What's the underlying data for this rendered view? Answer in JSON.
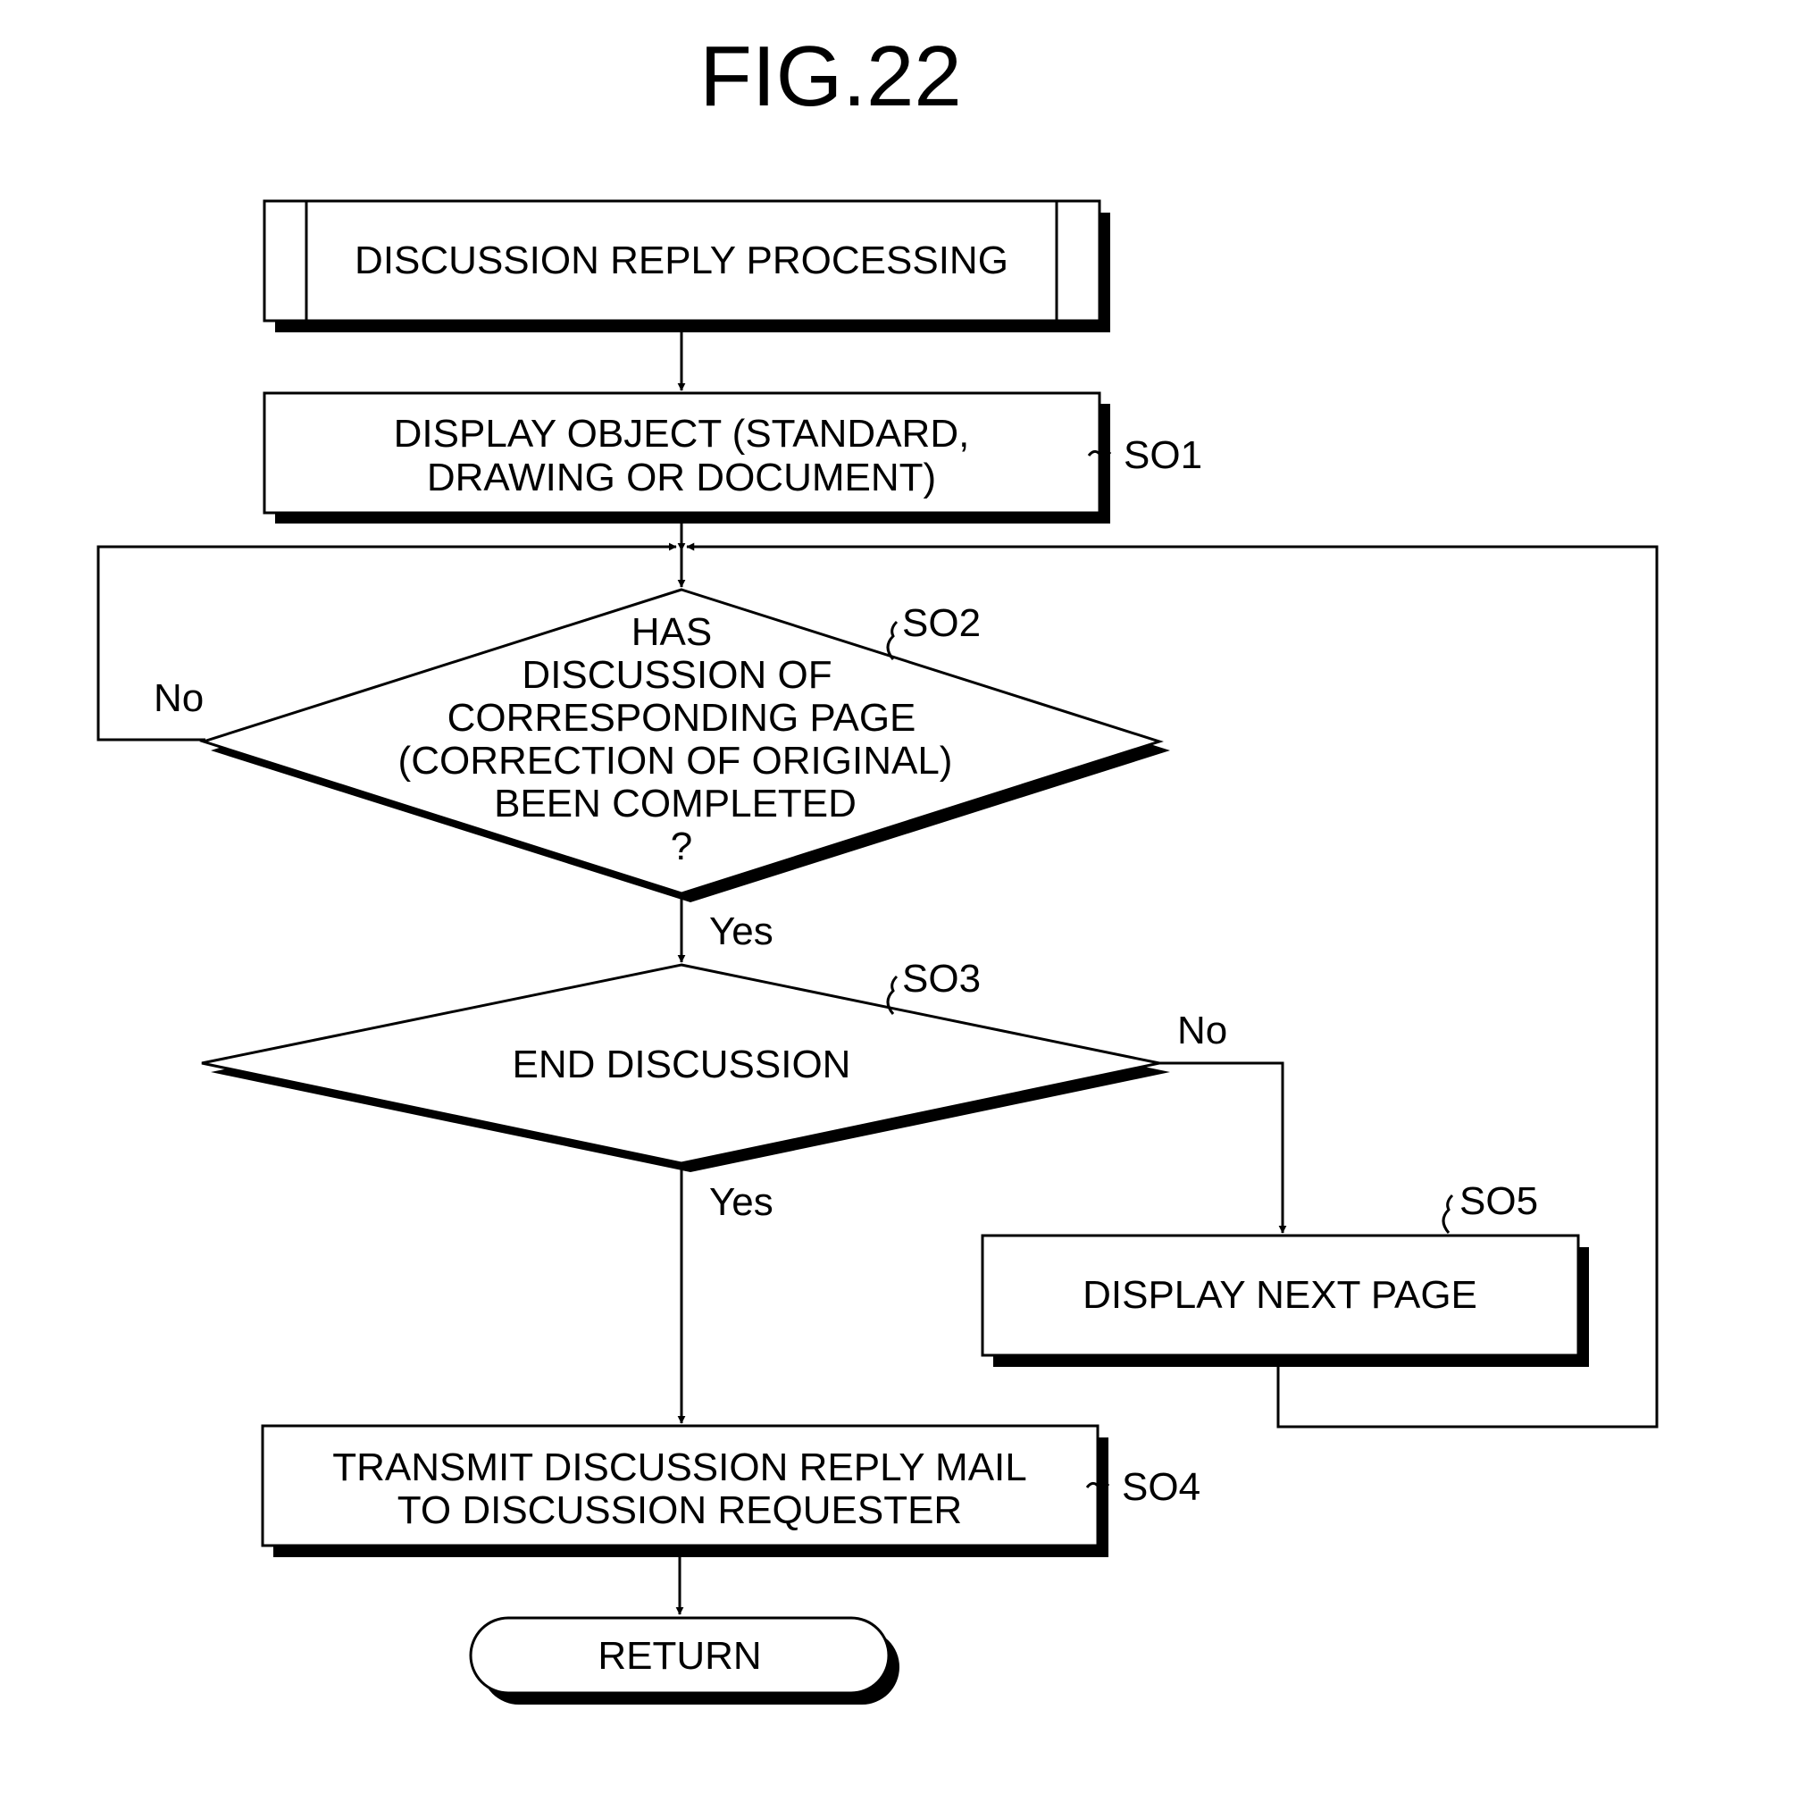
{
  "figure": {
    "title": "FIG.22"
  },
  "nodes": {
    "start": {
      "text": "DISCUSSION REPLY PROCESSING"
    },
    "s01": {
      "lines": [
        "DISPLAY OBJECT (STANDARD,",
        "DRAWING OR DOCUMENT)"
      ],
      "ref": "SO1"
    },
    "s02": {
      "lines": [
        "HAS",
        "DISCUSSION OF",
        "CORRESPONDING PAGE",
        "(CORRECTION OF ORIGINAL)",
        "BEEN COMPLETED",
        "?"
      ],
      "ref": "SO2"
    },
    "s03": {
      "text": "END DISCUSSION",
      "ref": "SO3"
    },
    "s05": {
      "text": "DISPLAY NEXT PAGE",
      "ref": "SO5"
    },
    "s04": {
      "lines": [
        "TRANSMIT DISCUSSION REPLY MAIL",
        "TO DISCUSSION REQUESTER"
      ],
      "ref": "SO4"
    },
    "end": {
      "text": "RETURN"
    }
  },
  "edges": {
    "s02_no": "No",
    "s02_yes": "Yes",
    "s03_no": "No",
    "s03_yes": "Yes"
  }
}
